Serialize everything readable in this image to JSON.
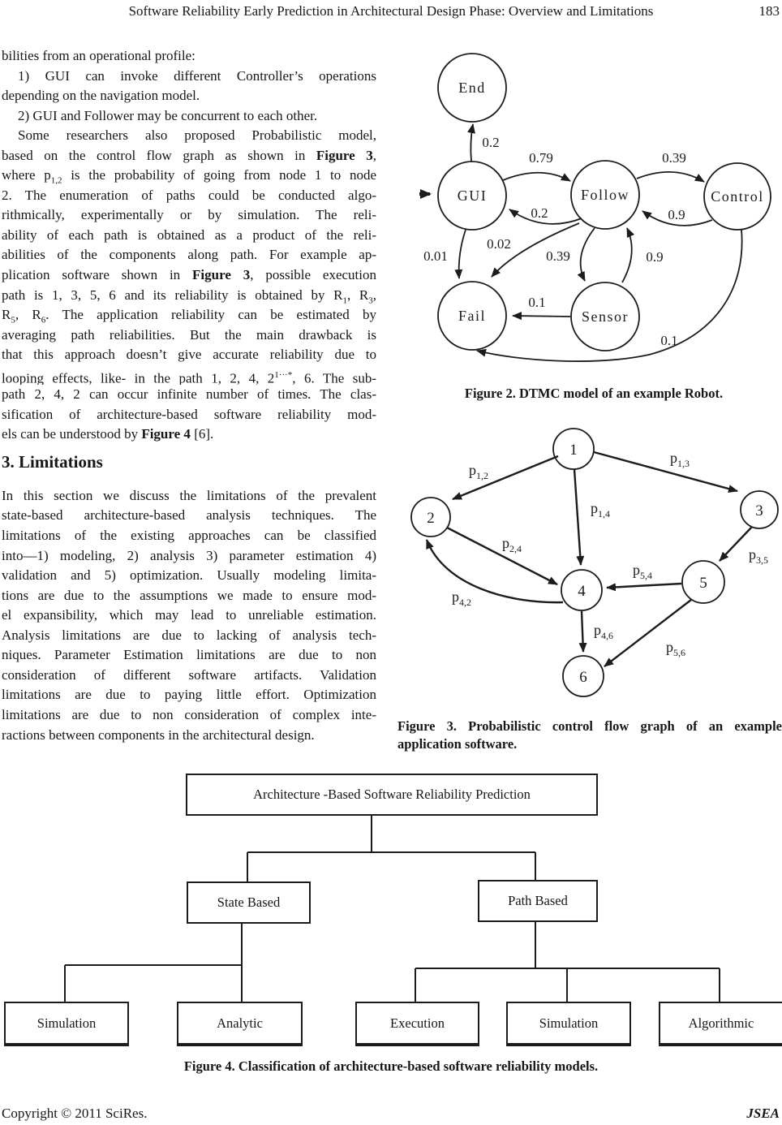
{
  "header": {
    "title": "Software Reliability Early Prediction in Architectural Design Phase: Overview and Limitations",
    "page_number": "183"
  },
  "article": {
    "block1_lines": [
      {
        "html": "bilities from an operational profile:",
        "cls": "lastline"
      },
      {
        "html": "1) GUI can invoke different Controller’s operations",
        "cls": "indent"
      },
      {
        "html": "depending on the navigation model.",
        "cls": "lastline"
      },
      {
        "html": "2) GUI and Follower may be concurrent to each other.",
        "cls": "indent lastline"
      },
      {
        "html": "Some researchers also proposed Probabilistic model,",
        "cls": "indent"
      },
      {
        "html": "based on the control flow graph as shown in <b>Figure 3</b>,",
        "cls": ""
      },
      {
        "html": "where p<sub>1,2</sub> is the probability of going from node 1 to node",
        "cls": ""
      },
      {
        "html": "2. The enumeration of paths could be conducted algo-",
        "cls": ""
      },
      {
        "html": "rithmically, experimentally or by simulation. The reli-",
        "cls": ""
      },
      {
        "html": "ability of each path is obtained as a product of the reli-",
        "cls": ""
      },
      {
        "html": "abilities of the components along path. For example ap-",
        "cls": ""
      },
      {
        "html": "plication software shown in <b>Figure 3</b>, possible execution",
        "cls": ""
      },
      {
        "html": "path is 1, 3, 5, 6 and its reliability is obtained by R<sub>1</sub>, R<sub>3</sub>,",
        "cls": ""
      },
      {
        "html": "R<sub>5</sub>, R<sub>6</sub>. The application reliability can be estimated by",
        "cls": ""
      },
      {
        "html": "averaging path reliabilities. But the main drawback is",
        "cls": ""
      },
      {
        "html": "that this approach doesn’t give accurate reliability due to",
        "cls": ""
      },
      {
        "html": "looping effects, like- in the path 1, 2, 4, 2<sup>1···*</sup>, 6. The sub-",
        "cls": ""
      },
      {
        "html": "path 2, 4, 2 can occur infinite number of times. The clas-",
        "cls": ""
      },
      {
        "html": "sification of architecture-based software reliability mod-",
        "cls": ""
      },
      {
        "html": "els can be understood by <b>Figure 4</b> [6].",
        "cls": "lastline"
      }
    ],
    "section_heading": "3. Limitations",
    "block2_lines": [
      {
        "html": "In this section we discuss the limitations of the prevalent",
        "cls": ""
      },
      {
        "html": "state-based architecture-based analysis techniques. The",
        "cls": ""
      },
      {
        "html": "limitations of the existing approaches can be classified",
        "cls": ""
      },
      {
        "html": "into—1) modeling, 2) analysis 3) parameter estimation 4)",
        "cls": ""
      },
      {
        "html": "validation and 5) optimization. Usually modeling limita-",
        "cls": ""
      },
      {
        "html": "tions are due to the assumptions we made to ensure mod-",
        "cls": ""
      },
      {
        "html": "el expansibility, which may lead to unreliable estimation.",
        "cls": ""
      },
      {
        "html": "Analysis limitations are due to lacking of analysis tech-",
        "cls": ""
      },
      {
        "html": "niques. Parameter Estimation limitations are due to non",
        "cls": ""
      },
      {
        "html": "consideration of different software artifacts. Validation",
        "cls": ""
      },
      {
        "html": "limitations are due to paying little effort. Optimization",
        "cls": ""
      },
      {
        "html": "limitations are due to non consideration of complex inte-",
        "cls": ""
      },
      {
        "html": "ractions between components in the architectural design.",
        "cls": "lastline"
      }
    ]
  },
  "figure2": {
    "caption": "Figure 2. DTMC model of an example Robot.",
    "nodes": {
      "end": "End",
      "gui": "GUI",
      "follow": "Follow",
      "control": "Control",
      "fail": "Fail",
      "sensor": "Sensor"
    },
    "edge_labels": {
      "gui_end": "0.2",
      "gui_follow": "0.79",
      "follow_gui": "0.2",
      "follow_control": "0.39",
      "control_follow": "0.9",
      "gui_fail": "0.01",
      "follow_fail": "0.02",
      "follow_sensor": "0.39",
      "sensor_follow": "0.9",
      "sensor_fail": "0.1",
      "control_fail": "0.1"
    }
  },
  "figure3": {
    "caption_line1": "Figure 3. Probabilistic control flow graph of an example",
    "caption_line2": "application software.",
    "nodes": {
      "n1": "1",
      "n2": "2",
      "n3": "3",
      "n4": "4",
      "n5": "5",
      "n6": "6"
    },
    "edges": {
      "e12": {
        "m": "p",
        "s": "1,2"
      },
      "e13": {
        "m": "p",
        "s": "1,3"
      },
      "e14": {
        "m": "p",
        "s": "1,4"
      },
      "e24": {
        "m": "p",
        "s": "2,4"
      },
      "e42": {
        "m": "p",
        "s": "4,2"
      },
      "e35": {
        "m": "p",
        "s": "3,5"
      },
      "e54": {
        "m": "p",
        "s": "5,4"
      },
      "e46": {
        "m": "p",
        "s": "4,6"
      },
      "e56": {
        "m": "p",
        "s": "5,6"
      }
    }
  },
  "figure4": {
    "root": "Architecture -Based Software Reliability Prediction",
    "state_based": "State Based",
    "path_based": "Path Based",
    "simulation1": "Simulation",
    "analytic": "Analytic",
    "execution": "Execution",
    "simulation2": "Simulation",
    "algorithmic": "Algorithmic",
    "caption": "Figure 4. Classification of architecture-based software reliability models."
  },
  "footer": {
    "copyright": "Copyright © 2011 SciRes.",
    "journal": "JSEA"
  }
}
